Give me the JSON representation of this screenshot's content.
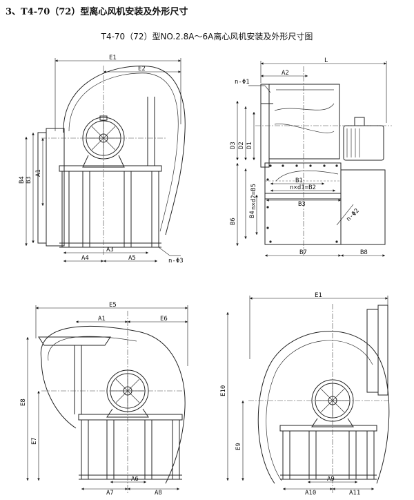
{
  "heading": "3、T4-70（72）型离心风机安装及外形尺寸",
  "subtitle": "T4-70（72）型NO.2.8A～6A离心风机安装及外形尺寸图",
  "views": {
    "top_left": {
      "E1": "E1",
      "E2": "E2",
      "B4": "B4",
      "B3": "B3",
      "A1": "A1",
      "A3": "A3",
      "A4": "A4",
      "A5": "A5",
      "n_phi3": "n-Φ3"
    },
    "top_right": {
      "L": "L",
      "A2": "A2",
      "n_phi1": "n-Φ1",
      "D3": "D3",
      "D2": "D2",
      "D1": "D1",
      "B1": "B1",
      "n_d1_B2": "n×d1=B2",
      "B3": "B3",
      "B6": "B6",
      "n_d2_B5": "n×d2=B5",
      "B4": "B4",
      "n_phi2": "n-Φ2",
      "B7": "B7",
      "B8": "B8"
    },
    "bottom_left": {
      "E5": "E5",
      "A1": "A1",
      "E6": "E6",
      "E8": "E8",
      "E7": "E7",
      "A6": "A6",
      "A7": "A7",
      "A8": "A8"
    },
    "bottom_right": {
      "E1": "E1",
      "E10": "E10",
      "E9": "E9",
      "A9": "A9",
      "A10": "A10",
      "A11": "A11"
    }
  }
}
